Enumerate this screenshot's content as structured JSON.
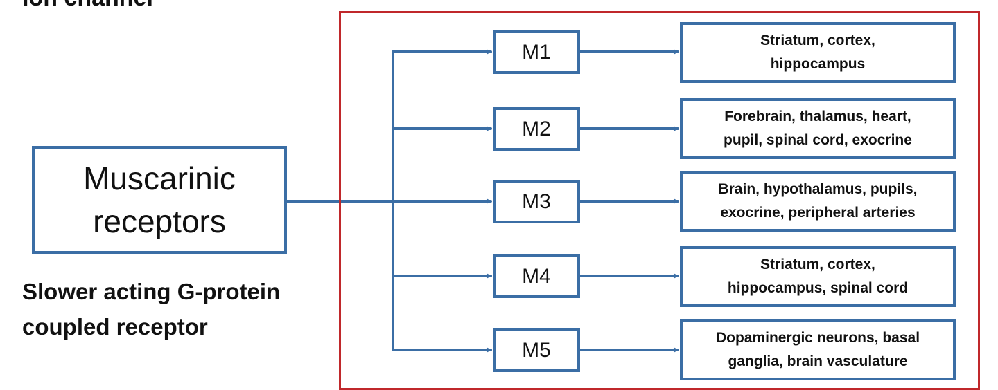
{
  "top_cut_text": "Ion channel",
  "main": {
    "line1": "Muscarinic",
    "line2": "receptors"
  },
  "caption": {
    "line1": "Slower acting G-protein",
    "line2": "coupled receptor"
  },
  "receptors": [
    {
      "label": "M1",
      "loc1": "Striatum, cortex,",
      "loc2": "hippocampus"
    },
    {
      "label": "M2",
      "loc1": "Forebrain, thalamus, heart,",
      "loc2": "pupil, spinal cord, exocrine"
    },
    {
      "label": "M3",
      "loc1": "Brain, hypothalamus, pupils,",
      "loc2": "exocrine,  peripheral arteries"
    },
    {
      "label": "M4",
      "loc1": "Striatum, cortex,",
      "loc2": "hippocampus, spinal cord"
    },
    {
      "label": "M5",
      "loc1": "Dopaminergic neurons, basal",
      "loc2": "ganglia, brain vasculature"
    }
  ],
  "colors": {
    "box_border": "#3b6ea5",
    "arrow": "#3b6ea5",
    "frame_border": "#c0282b"
  }
}
